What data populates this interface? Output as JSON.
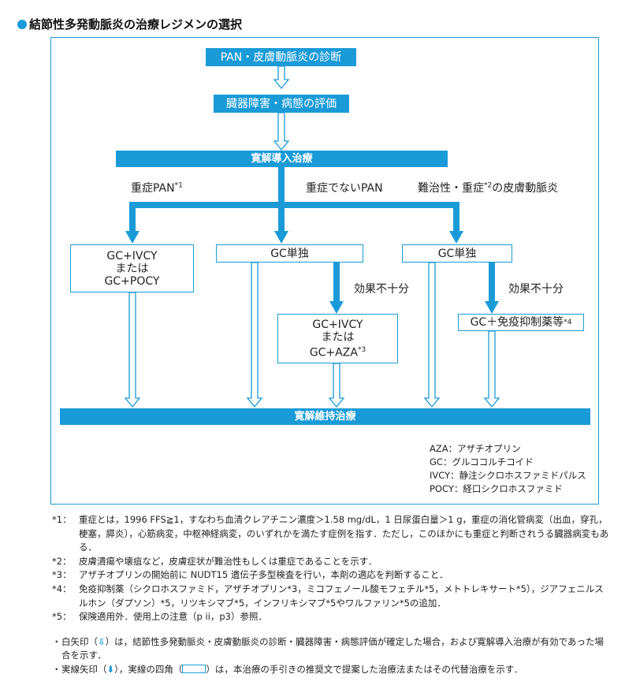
{
  "title": "結節性多発動脈炎の治療レジメンの選択",
  "flow": {
    "box_diagnosis": "PAN・皮膚動脈炎の診断",
    "box_evaluation": "臓器障害・病態の評価",
    "box_induction": "寛解導入治療",
    "label_severe": "重症PAN",
    "label_severe_sup": "*1",
    "label_nonsevere": "重症でないPAN",
    "label_refractory": "難治性・重症",
    "label_refractory_sup": "*2",
    "label_refractory_tail": "の皮膚動脈炎",
    "box_left_line1": "GC+IVCY",
    "box_left_line2": "または",
    "box_left_line3": "GC+POCY",
    "box_mid": "GC単独",
    "box_right": "GC単独",
    "label_insufficient_1": "効果不十分",
    "label_insufficient_2": "効果不十分",
    "box_mid2_line1": "GC+IVCY",
    "box_mid2_line2": "または",
    "box_mid2_line3": "GC+AZA",
    "box_mid2_sup": "*3",
    "box_right2": "GC＋免疫抑制薬等",
    "box_right2_sup": "*4",
    "box_maintenance": "寛解維持治療"
  },
  "legend": [
    "AZA：アザチオプリン",
    "GC：グルココルチコイド",
    "IVCY：静注シクロホスファミドパルス",
    "POCY：経口シクロホスファミド"
  ],
  "notes": [
    {
      "mark": "*1：",
      "text": "重症とは，1996 FFS≧1，すなわち血清クレアチニン濃度＞1.58 mg/dL，1 日尿蛋白量＞1 g，重症の消化管病変（出血，穿孔，梗塞，膵炎），心筋病変，中枢神経病変，のいずれかを満たす症例を指す．ただし，このほかにも重症と判断されうる臓器病変もある．"
    },
    {
      "mark": "*2：",
      "text": "皮膚潰瘍や壊疽など，皮膚症状が難治性もしくは重症であることを示す．"
    },
    {
      "mark": "*3：",
      "text": "アザチオプリンの開始前に NUDT15 遺伝子多型検査を行い，本剤の適応を判断すること．"
    },
    {
      "mark": "*4：",
      "text": "免疫抑制薬（シクロホスファミド，アザチオプリン*3，ミコフェノール酸モフェチル*5，メトトレキサート*5），ジアフェニルスルホン（ダプソン）*5，リツキシマブ*5，インフリキシマブ*5やワルファリン*5の追加．"
    },
    {
      "mark": "*5：",
      "text": "保険適用外．使用上の注意（p ii，p3）参照．"
    }
  ],
  "bullets": {
    "white_arrow_pre": "白矢印（",
    "white_arrow_post": "）は，結節性多発動脈炎・皮膚動脈炎の診断・臓器障害・病態評価が確定した場合，および寛解導入治療が有効であった場合を示す．",
    "solid_arrow_pre": "実線矢印（",
    "solid_arrow_post": "），実線の四角（",
    "solid_arrow_tail": "）は，本治療の手引きの推奨文で提案した治療法またはその代替治療を示す．",
    "bullet_mark": "・",
    "white_arrow_glyph": "⇩",
    "solid_arrow_glyph": "⬇"
  },
  "colors": {
    "accent": "#1a9bd7"
  }
}
